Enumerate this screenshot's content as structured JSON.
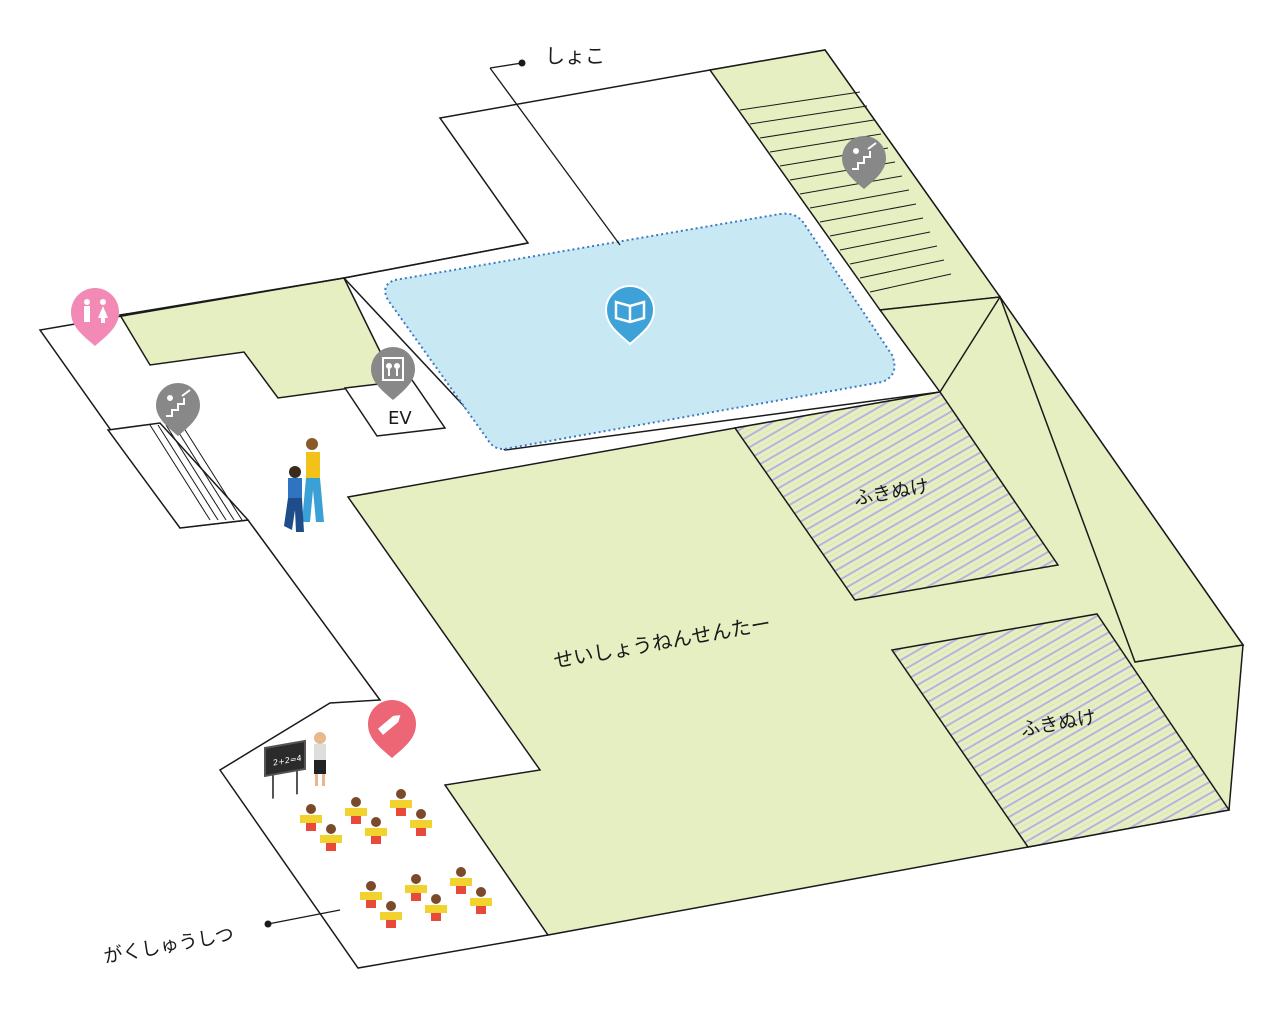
{
  "map": {
    "labels": {
      "archive": "しょこ",
      "youth_center": "せいしょうねんせんたー",
      "void_1": "ふきぬけ",
      "void_2": "ふきぬけ",
      "study_room": "がくしゅうしつ",
      "elevator": "EV"
    },
    "pins": [
      {
        "name": "restroom-pin",
        "icon": "restroom-icon",
        "color": "#f28ab5"
      },
      {
        "name": "stairs-pin-left",
        "icon": "stairs-icon",
        "color": "#888888"
      },
      {
        "name": "stairs-pin-right",
        "icon": "stairs-icon",
        "color": "#888888"
      },
      {
        "name": "elevator-pin",
        "icon": "elevator-icon",
        "color": "#888888"
      },
      {
        "name": "library-pin",
        "icon": "book-icon",
        "color": "#3ea2d8"
      },
      {
        "name": "study-room-pin",
        "icon": "pencil-icon",
        "color": "#ec6675"
      }
    ],
    "colors": {
      "floor_green": "#e6efc2",
      "library_blue": "#c8e8f4",
      "outline": "#1a1a1a",
      "hatch": "#b8b2de"
    }
  }
}
